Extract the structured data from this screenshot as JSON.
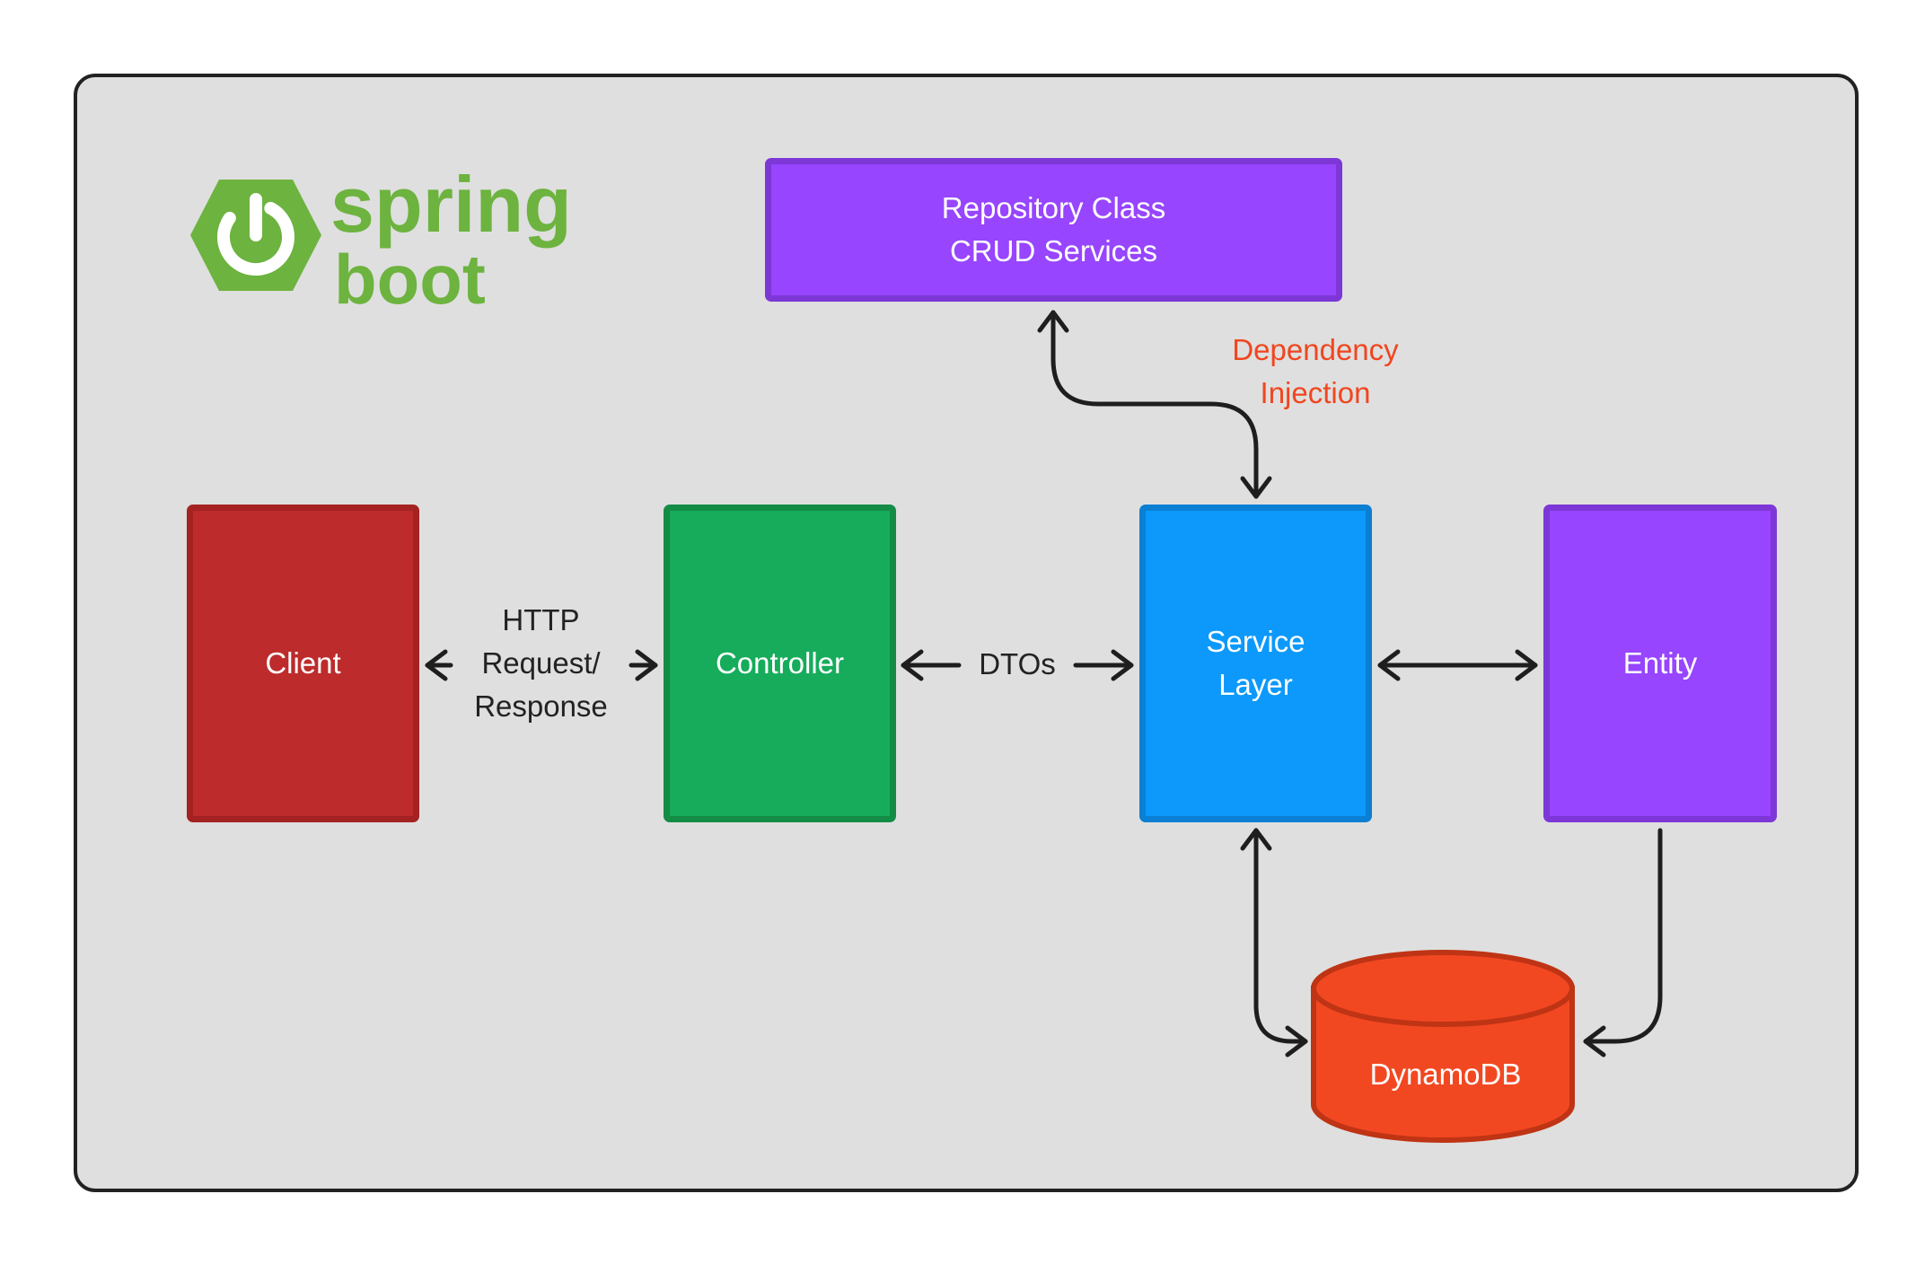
{
  "diagram": {
    "logo": {
      "word1": "spring",
      "word2": "boot",
      "color": "#6db33f"
    },
    "nodes": {
      "client": "Client",
      "controller": "Controller",
      "service_line1": "Service",
      "service_line2": "Layer",
      "entity": "Entity",
      "repo_line1": "Repository Class",
      "repo_line2": "CRUD Services",
      "db": "DynamoDB"
    },
    "edges": {
      "http_line1": "HTTP",
      "http_line2": "Request/",
      "http_line3": "Response",
      "dtos": "DTOs",
      "di_line1": "Dependency",
      "di_line2": "Injection"
    },
    "colors": {
      "client": "#bd2b2c",
      "controller": "#16ac5b",
      "service": "#0c99fb",
      "entity": "#9745fe",
      "repository": "#9745fe",
      "database": "#f24822",
      "annotation": "#f0461f",
      "frame_bg": "#dfdfdf"
    }
  }
}
